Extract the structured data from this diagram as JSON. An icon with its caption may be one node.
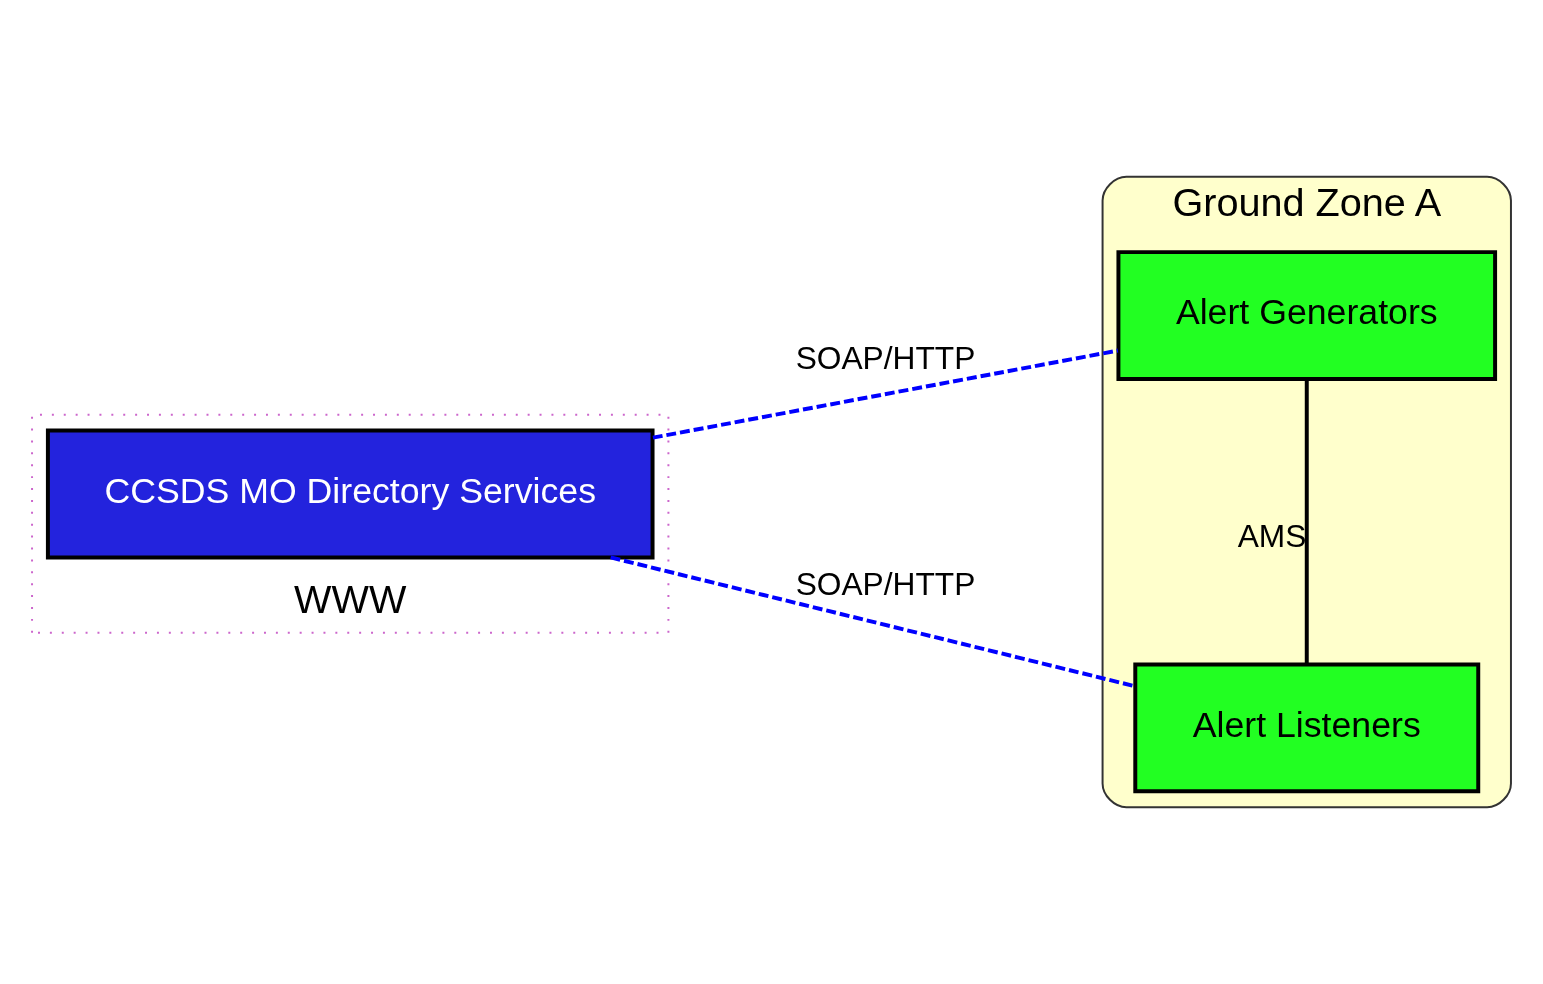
{
  "diagram": {
    "nodes": [
      {
        "text": [
          "WWW"
        ]
      },
      {
        "text": [
          "CCSDS MO Directory Services"
        ],
        "in": 0
      },
      {
        "text": [
          "Ground Zone A"
        ]
      },
      {
        "text": [
          "Alert Generators"
        ],
        "in": 2
      },
      {
        "text": [
          "Alert Listeners"
        ],
        "in": 2
      }
    ],
    "edges": [
      {
        "from": 1,
        "to": 3,
        "arrow": "none",
        "label": "SOAP/HTTP",
        "style": "dashed"
      },
      {
        "from": 1,
        "to": 4,
        "arrow": "none",
        "label": "SOAP/HTTP",
        "style": "dashed"
      },
      {
        "from": 3,
        "to": 4,
        "arrow": "none",
        "label": "AMS",
        "color": "#000000"
      }
    ]
  }
}
